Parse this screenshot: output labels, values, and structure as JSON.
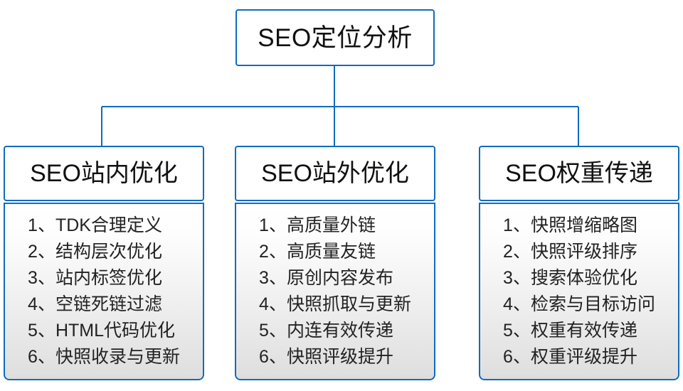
{
  "diagram": {
    "root": {
      "label": "SEO定位分析"
    },
    "branches": [
      {
        "title": "SEO站内优化",
        "items": [
          "1、TDK合理定义",
          "2、结构层次优化",
          "3、站内标签优化",
          "4、空链死链过滤",
          "5、HTML代码优化",
          "6、快照收录与更新"
        ]
      },
      {
        "title": "SEO站外优化",
        "items": [
          "1、高质量外链",
          "2、高质量友链",
          "3、原创内容发布",
          "4、快照抓取与更新",
          "5、内连有效传递",
          "6、快照评级提升"
        ]
      },
      {
        "title": "SEO权重传递",
        "items": [
          "1、快照增缩略图",
          "2、快照评级排序",
          "3、搜索体验优化",
          "4、检索与目标访问",
          "5、权重有效传递",
          "6、权重评级提升"
        ]
      }
    ],
    "colors": {
      "border": "#0f6cbd",
      "connector": "#0f6cbd",
      "node_fill": "#ffffff",
      "list_fill_top": "#ffffff",
      "list_fill_bottom": "#dedede",
      "text": "#111111"
    }
  }
}
